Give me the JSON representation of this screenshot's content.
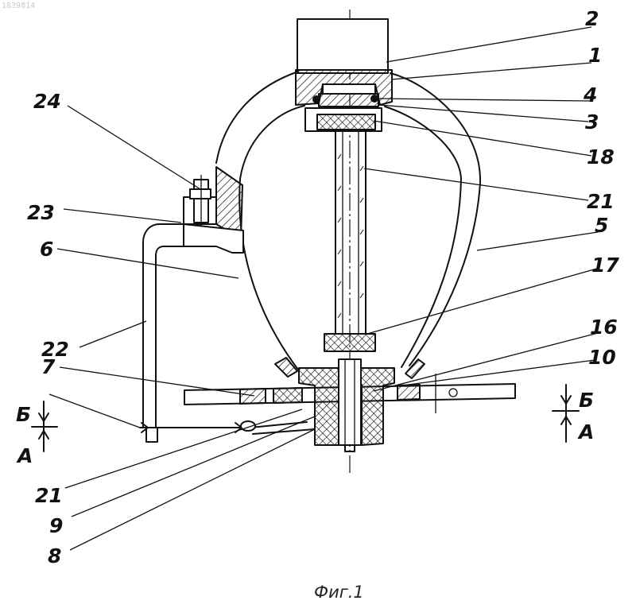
{
  "doc_id": "1839814",
  "caption": "Фиг.1",
  "labels": {
    "n1": "1",
    "n2": "2",
    "n3": "3",
    "n4": "4",
    "n5": "5",
    "n6": "6",
    "n7": "7",
    "n8": "8",
    "n9": "9",
    "n10": "10",
    "n16": "16",
    "n17": "17",
    "n18": "18",
    "n21_top": "21",
    "n21_bottom": "21",
    "n22": "22",
    "n23": "23",
    "n24": "24"
  },
  "section_marks": {
    "left_top": "Б",
    "left_bottom": "А",
    "right_top": "Б",
    "right_bottom": "А"
  }
}
